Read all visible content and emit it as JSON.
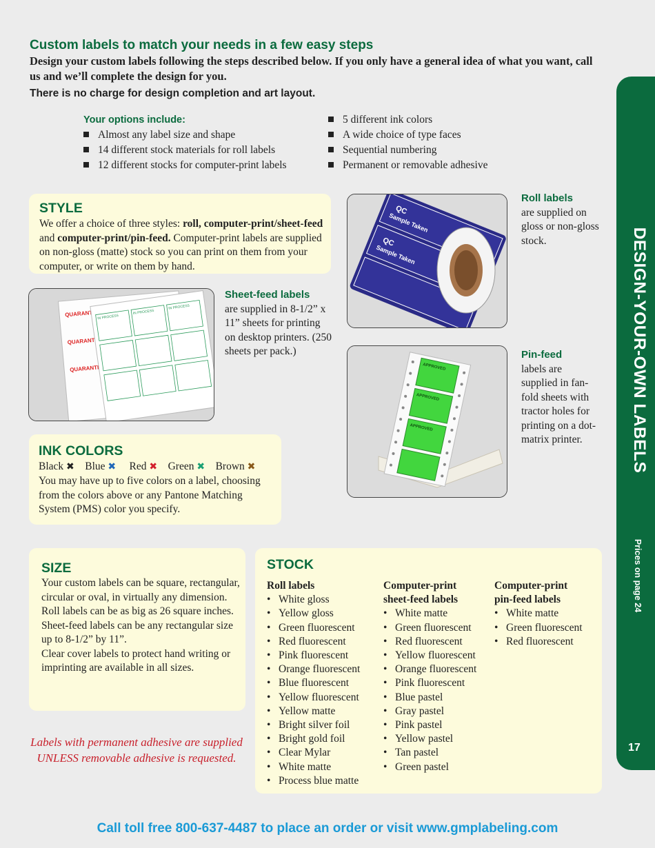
{
  "header": {
    "title": "Custom labels to match your needs in a few easy steps",
    "intro": "Design your custom labels following the steps described below. If you only have a general idea of what you want, call us and we’ll complete the design for you.",
    "no_charge": "There is no charge for design completion and art layout."
  },
  "options": {
    "heading": "Your options include:",
    "left": [
      "Almost any label size and shape",
      "14 different stock materials for roll labels",
      "12 different stocks for computer-print labels"
    ],
    "right": [
      "5 different ink colors",
      "A wide choice of type faces",
      "Sequential numbering",
      "Permanent or removable adhesive"
    ]
  },
  "style": {
    "heading": "STYLE",
    "t1": "We offer a choice of three styles: ",
    "b1": "roll, computer-print/sheet-feed",
    "t2": " and ",
    "b2": "computer-print/pin-feed.",
    "t3": " Computer-print labels are supplied on non-gloss (matte) stock so you can print on them from your computer, or write on them by hand."
  },
  "roll_caption": {
    "title": "Roll labels",
    "text": "are supplied on gloss or non-gloss stock."
  },
  "sheet_caption": {
    "title": "Sheet-feed labels",
    "text": "are supplied in 8-1/2” x 11” sheets for printing on desktop printers. (250 sheets per pack.)"
  },
  "pin_caption": {
    "title": "Pin-feed",
    "text": "labels are supplied in fan-fold sheets with tractor holes for printing on a dot-matrix printer."
  },
  "photo_text": {
    "roll_a": "QC",
    "roll_b": "Sample Taken",
    "sheet_stamp": "QUARANTINE",
    "sheet_cell": "IN PROCESS",
    "pin_stamp": "APPROVED"
  },
  "ink": {
    "heading": "INK COLORS",
    "colors": [
      {
        "name": "Black",
        "hex": "#222222"
      },
      {
        "name": "Blue",
        "hex": "#1f67b8"
      },
      {
        "name": "Red",
        "hex": "#d3202c"
      },
      {
        "name": "Green",
        "hex": "#1aa073"
      },
      {
        "name": "Brown",
        "hex": "#8a5a1a"
      }
    ],
    "mark": "✖",
    "text": "You may have up to five colors on a label, choosing from the colors above or any Pantone Matching System (PMS) color you specify."
  },
  "size": {
    "heading": "SIZE",
    "text1": "Your custom labels can be square, rectangular, circular or oval, in virtually any dimension. Roll labels can be as big as 26 square inches. Sheet-feed labels can be any rectangular size up to 8-1/2” by 11”.",
    "text2": "Clear cover labels to protect hand writing or imprinting are available in all sizes."
  },
  "note": "Labels with permanent adhesive are supplied UNLESS removable adhesive is requested.",
  "stock": {
    "heading": "STOCK",
    "bullet": "•",
    "columns": [
      {
        "title1": "Roll labels",
        "title2": "",
        "items": [
          "White gloss",
          "Yellow gloss",
          "Green fluorescent",
          "Red fluorescent",
          "Pink fluorescent",
          "Orange fluorescent",
          "Blue fluorescent",
          "Yellow fluorescent",
          "Yellow matte",
          "Bright silver foil",
          "Bright gold foil",
          "Clear Mylar",
          "White matte",
          "Process blue matte"
        ]
      },
      {
        "title1": "Computer-print",
        "title2": "sheet-feed labels",
        "items": [
          "White matte",
          "Green fluorescent",
          "Red fluorescent",
          "Yellow fluorescent",
          "Orange fluorescent",
          "Pink fluorescent",
          "Blue pastel",
          "Gray pastel",
          "Pink pastel",
          "Yellow pastel",
          "Tan pastel",
          "Green pastel"
        ]
      },
      {
        "title1": "Computer-print",
        "title2": "pin-feed labels",
        "items": [
          "White matte",
          "Green fluorescent",
          "Red fluorescent"
        ]
      }
    ]
  },
  "sidebar": {
    "title": "DESIGN-YOUR-OWN LABELS",
    "prices": "Prices on page 24",
    "page": "17"
  },
  "footer": "Call toll free 800-637-4487 to place an order or visit www.gmplabeling.com",
  "colors": {
    "green": "#0b6b3e",
    "footer_blue": "#1a9ad6",
    "note_red": "#c8202b",
    "box_bg": "#fdfbdc"
  }
}
